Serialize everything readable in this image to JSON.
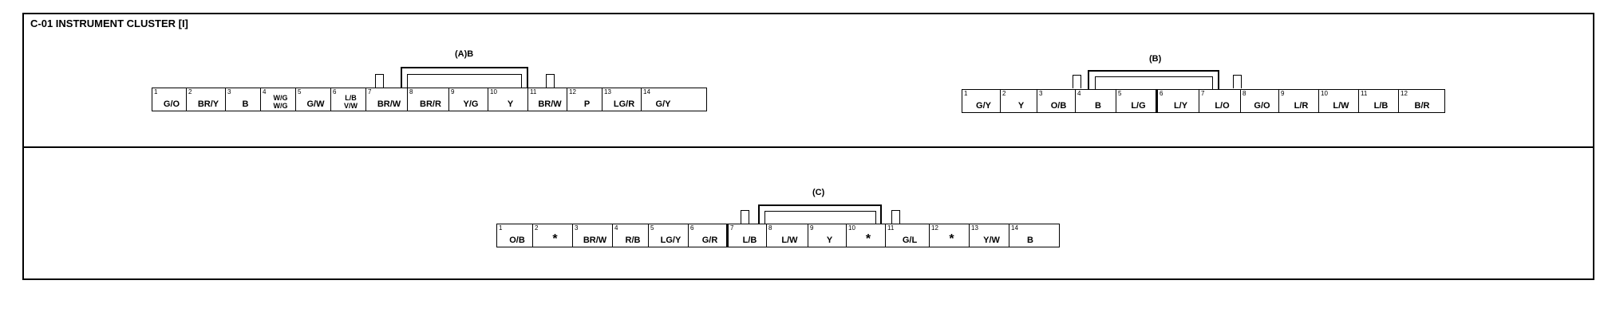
{
  "title": "C-01 INSTRUMENT CLUSTER [I]",
  "connectors": [
    {
      "id": "A",
      "label": "(A)B",
      "pins": [
        {
          "num": "1",
          "wire": "G/O"
        },
        {
          "num": "2",
          "wire": "BR/Y"
        },
        {
          "num": "3",
          "wire": "B"
        },
        {
          "num": "4",
          "wire": "W/G W/G"
        },
        {
          "num": "5",
          "wire": "G/W"
        },
        {
          "num": "6",
          "wire": "L/B V/W"
        },
        {
          "num": "7",
          "wire": "BR/W"
        },
        {
          "num": "8",
          "wire": "BR/R"
        },
        {
          "num": "9",
          "wire": "Y/G"
        },
        {
          "num": "10",
          "wire": "Y"
        },
        {
          "num": "11",
          "wire": "BR/W"
        },
        {
          "num": "12",
          "wire": "P"
        },
        {
          "num": "13",
          "wire": "LG/R"
        },
        {
          "num": "14",
          "wire": "G/Y"
        }
      ]
    },
    {
      "id": "B",
      "label": "(B)",
      "pins": [
        {
          "num": "1",
          "wire": "G/Y"
        },
        {
          "num": "2",
          "wire": "Y"
        },
        {
          "num": "3",
          "wire": "O/B"
        },
        {
          "num": "4",
          "wire": "B"
        },
        {
          "num": "5",
          "wire": "L/G"
        },
        {
          "num": "6",
          "wire": "L/Y"
        },
        {
          "num": "7",
          "wire": "L/O"
        },
        {
          "num": "8",
          "wire": "G/O"
        },
        {
          "num": "9",
          "wire": "L/R"
        },
        {
          "num": "10",
          "wire": "L/W"
        },
        {
          "num": "11",
          "wire": "L/B"
        },
        {
          "num": "12",
          "wire": "B/R"
        }
      ]
    },
    {
      "id": "C",
      "label": "(C)",
      "pins": [
        {
          "num": "1",
          "wire": "O/B"
        },
        {
          "num": "2",
          "wire": "*"
        },
        {
          "num": "3",
          "wire": "BR/W"
        },
        {
          "num": "4",
          "wire": "R/B"
        },
        {
          "num": "5",
          "wire": "LG/Y"
        },
        {
          "num": "6",
          "wire": "G/R"
        },
        {
          "num": "7",
          "wire": "L/B"
        },
        {
          "num": "8",
          "wire": "L/W"
        },
        {
          "num": "9",
          "wire": "Y"
        },
        {
          "num": "10",
          "wire": "*"
        },
        {
          "num": "11",
          "wire": "G/L"
        },
        {
          "num": "12",
          "wire": "*"
        },
        {
          "num": "13",
          "wire": "Y/W"
        },
        {
          "num": "14",
          "wire": "B"
        }
      ]
    }
  ]
}
